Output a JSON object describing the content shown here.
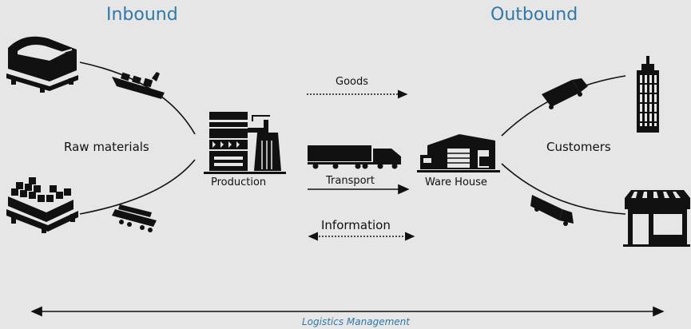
{
  "headings": {
    "inbound": "Inbound",
    "outbound": "Outbound"
  },
  "nodes": {
    "raw_materials": "Raw materials",
    "production": "Production",
    "warehouse": "Ware House",
    "customers": "Customers"
  },
  "flows": {
    "goods": "Goods",
    "transport": "Transport",
    "information": "Information"
  },
  "footer": {
    "label": "Logistics Management"
  },
  "colors": {
    "heading": "#2f79a8",
    "background": "#e6e6e6",
    "ink": "#111111"
  }
}
